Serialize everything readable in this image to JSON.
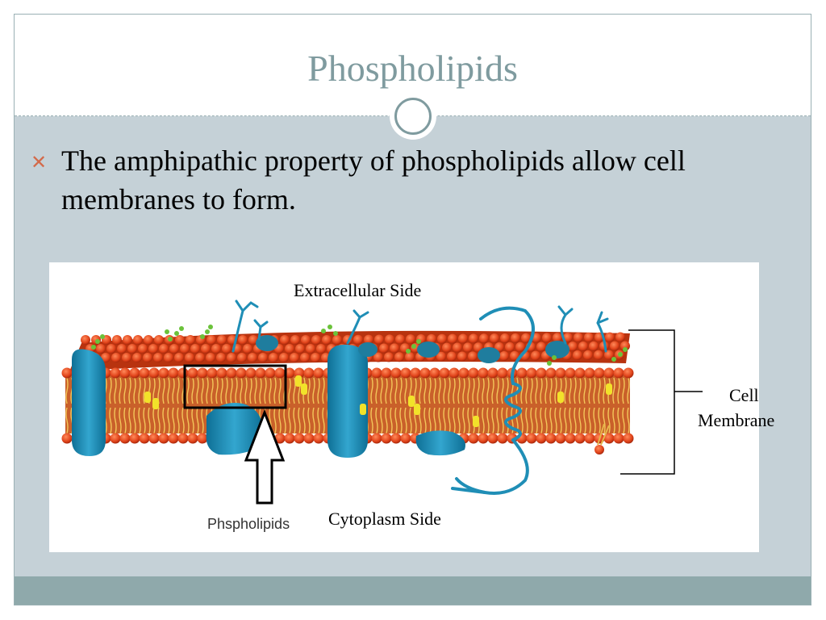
{
  "slide": {
    "title": "Phospholipids",
    "bullet_icon": "x-bullet-icon",
    "bullet_text": "The  amphipathic property of phospholipids allow cell membranes to form."
  },
  "figure": {
    "extracellular_label": "Extracellular Side",
    "cytoplasm_label": "Cytoplasm Side",
    "membrane_label_line1": "Cell",
    "membrane_label_line2": "Membrane",
    "arrow_label": "Phspholipids"
  },
  "colors": {
    "title": "#7f9b9f",
    "bullet": "#d36a4a",
    "background": "#c5d1d7",
    "footer": "#8fa9ab",
    "lipid_head": "#e0431a",
    "lipid_tail": "#e7b64a",
    "protein": "#1f8eb6"
  }
}
